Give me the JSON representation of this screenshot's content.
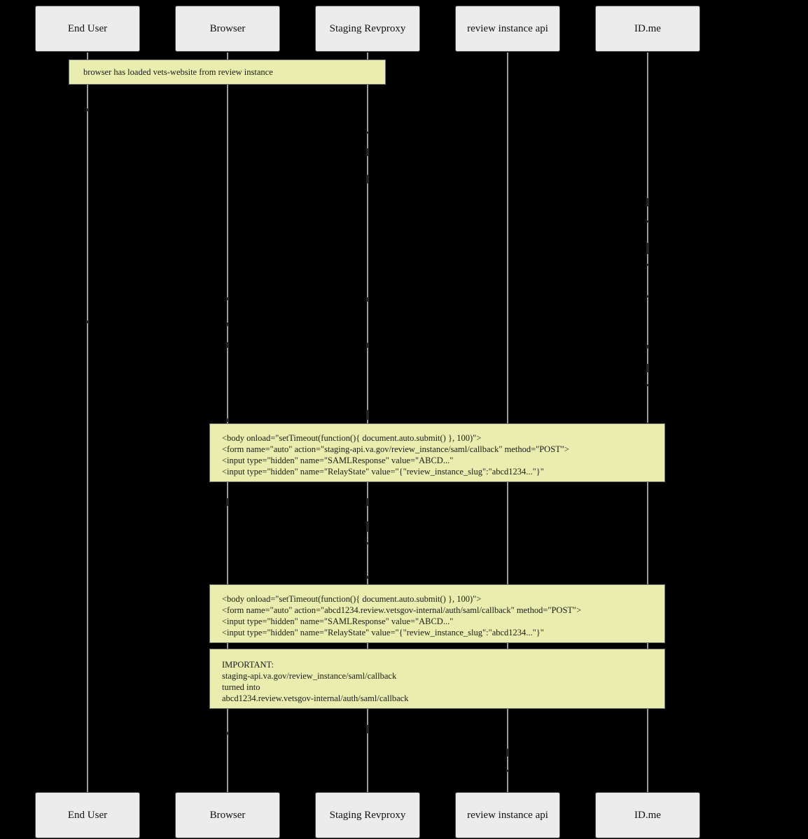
{
  "diagram": {
    "type": "sequence-diagram",
    "background_color": "#000000",
    "colors": {
      "actor_fill": "#ececec",
      "actor_border": "#4f4f4f",
      "actor_text": "#111111",
      "lifeline": "#999999",
      "note_fill": "#e9eeae",
      "note_border": "#707070",
      "note_text": "#1a1a1a"
    },
    "actors": [
      {
        "label": "End User"
      },
      {
        "label": "Browser"
      },
      {
        "label": "Staging Revproxy"
      },
      {
        "label": "review instance api"
      },
      {
        "label": "ID.me"
      }
    ],
    "notes": [
      {
        "lines": [
          "browser has loaded vets-website from review instance"
        ]
      },
      {
        "lines": [
          "<body onload=\"setTimeout(function(){ document.auto.submit() }, 100)\">",
          "<form name=\"auto\" action=\"staging-api.va.gov/review_instance/saml/callback\" method=\"POST\">",
          "<input type=\"hidden\" name=\"SAMLResponse\" value=\"ABCD...\"",
          "<input type=\"hidden\" name=\"RelayState\" value=\"{\"review_instance_slug\":\"abcd1234...\"}\""
        ]
      },
      {
        "lines": [
          "<body onload=\"setTimeout(function(){ document.auto.submit() }, 100)\">",
          "<form name=\"auto\" action=\"abcd1234.review.vetsgov-internal/auth/saml/callback\" method=\"POST\">",
          "<input type=\"hidden\" name=\"SAMLResponse\" value=\"ABCD...\"",
          "<input type=\"hidden\" name=\"RelayState\" value=\"{\"review_instance_slug\":\"abcd1234...\"}\""
        ]
      },
      {
        "lines": [
          "IMPORTANT:",
          "staging-api.va.gov/review_instance/saml/callback",
          "turned into",
          "abcd1234.review.vetsgov-internal/auth/saml/callback"
        ]
      }
    ]
  }
}
